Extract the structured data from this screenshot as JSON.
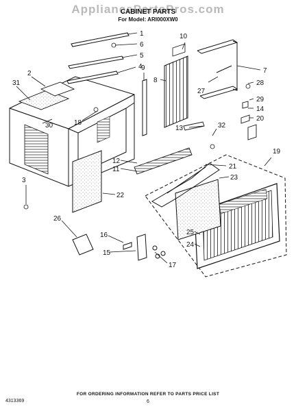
{
  "header": {
    "watermark": "AppliancePartsPros.com",
    "title": "CABINET PARTS",
    "model": "For Model: ARI000XW0"
  },
  "footer": {
    "ordering_info": "FOR ORDERING INFORMATION REFER TO PARTS PRICE LIST",
    "page_number": "6",
    "document_number": "4313369"
  },
  "callouts": [
    "1",
    "2",
    "3",
    "4",
    "5",
    "6",
    "7",
    "8",
    "9",
    "10",
    "11",
    "12",
    "13",
    "14",
    "15",
    "16",
    "17",
    "18",
    "19",
    "20",
    "21",
    "22",
    "23",
    "24",
    "25",
    "26",
    "27",
    "28",
    "29",
    "30",
    "31",
    "32"
  ],
  "colors": {
    "line": "#111111",
    "fill": "#ffffff",
    "speckle": "#9a9a9a",
    "watermark": "#b9b9b9"
  }
}
